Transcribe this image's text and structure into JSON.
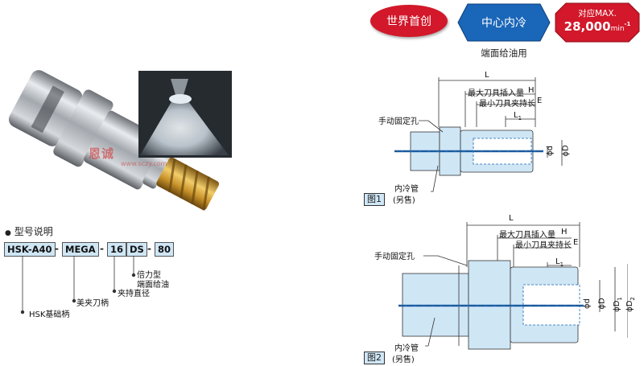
{
  "badges": {
    "world_first": "世界首创",
    "center_coolant": "中心内冷",
    "center_coolant_sub": "端面给油用",
    "max_label": "对应MAX.",
    "max_value": "28,000",
    "max_unit": "min",
    "max_exp": "-1"
  },
  "watermark": {
    "main": "恩诚",
    "sub": "www.sczy.com"
  },
  "model": {
    "title": "型号说明",
    "codes": [
      "HSK-A40",
      "MEGA",
      "16",
      "DS",
      "80"
    ],
    "legend": [
      "倍力型",
      "端面给油",
      "夹持直径",
      "美夹刀柄",
      "HSK基础柄"
    ]
  },
  "figure1": {
    "label": "图1",
    "L": "L",
    "max_insert": "最大刀具插入量",
    "H": "H",
    "min_clamp": "最小刀具夹持长",
    "E": "E",
    "L1": "L",
    "L1_sub": "1",
    "fixing_hole": "手动固定孔",
    "coolant_pipe": "内冷管",
    "coolant_pipe_note": "(另售)",
    "phi_d": "ϕd",
    "phi_D": "ϕD"
  },
  "figure2": {
    "label": "图2",
    "L": "L",
    "max_insert": "最大刀具插入量",
    "H": "H",
    "min_clamp": "最小刀具夹持长",
    "E": "E",
    "L1": "L",
    "L1_sub": "1",
    "fixing_hole": "手动固定孔",
    "coolant_pipe": "内冷管",
    "coolant_pipe_note": "(另售)",
    "phi_d": "ϕd",
    "phi_D": "ϕD",
    "phi_D1": "ϕD",
    "phi_D1_sub": "1",
    "phi_D2": "ϕD",
    "phi_D2_sub": "2"
  },
  "colors": {
    "red": "#d2182a",
    "blue": "#1a66b8",
    "light_blue": "#cfe6f5",
    "gold": "#d9a732"
  }
}
